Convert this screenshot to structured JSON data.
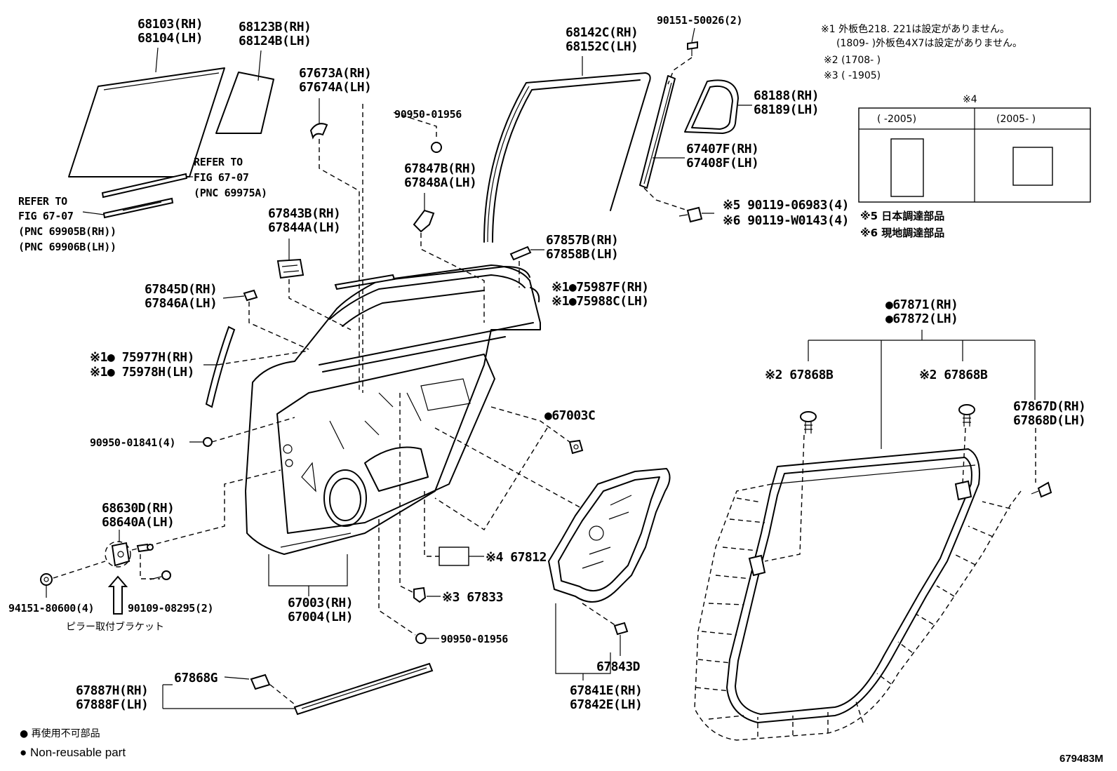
{
  "labels": {
    "glass_rh": "68103(RH)",
    "glass_lh": "68104(LH)",
    "quarter_rh": "68123B(RH)",
    "quarter_lh": "68124B(LH)",
    "refer1_a": "REFER TO",
    "refer1_b": "FIG 67-07",
    "refer1_c": "(PNC 69975A)",
    "refer2_a": "REFER TO",
    "refer2_b": "FIG 67-07",
    "refer2_c": "(PNC 69905B(RH))",
    "refer2_d": "(PNC 69906B(LH))",
    "p67673_rh": "67673A(RH)",
    "p67673_lh": "67674A(LH)",
    "p90950_top": "90950-01956",
    "p67847_rh": "67847B(RH)",
    "p67847_lh": "67848A(LH)",
    "p67843_rh": "67843B(RH)",
    "p67843_lh": "67844A(LH)",
    "p67845_rh": "67845D(RH)",
    "p67845_lh": "67846A(LH)",
    "p75977_rh": "※1● 75977H(RH)",
    "p75977_lh": "※1● 75978H(LH)",
    "p90950_4": "90950-01841(4)",
    "p68630_rh": "68630D(RH)",
    "p68630_lh": "68640A(LH)",
    "p94151": "94151-80600(4)",
    "p90109": "90109-08295(2)",
    "pillar": "ピラー取付ブラケット",
    "p67003_rh": "67003(RH)",
    "p67003_lh": "67004(LH)",
    "p67833": "※3 67833",
    "p90950_bot": "90950-01956",
    "p67812": "※4 67812",
    "p67003c": "●67003C",
    "p67857_rh": "67857B(RH)",
    "p67857_lh": "67858B(LH)",
    "p75987_rh": "※1●75987F(RH)",
    "p75987_lh": "※1●75988C(LH)",
    "p68142_rh": "68142C(RH)",
    "p68142_lh": "68152C(LH)",
    "p90151": "90151-50026(2)",
    "p68188_rh": "68188(RH)",
    "p68188_lh": "68189(LH)",
    "p67407_rh": "67407F(RH)",
    "p67407_lh": "67408F(LH)",
    "p90119_a": "※5 90119-06983(4)",
    "p90119_b": "※6 90119-W0143(4)",
    "p67843d": "67843D",
    "p67841_rh": "67841E(RH)",
    "p67841_lh": "67842E(LH)",
    "p67868g": "67868G",
    "p67887_rh": "67887H(RH)",
    "p67887_lh": "67888F(LH)",
    "p67871_rh": "●67871(RH)",
    "p67871_lh": "●67872(LH)",
    "p67868b_1": "※2 67868B",
    "p67868b_2": "※2 67868B",
    "p67867_rh": "67867D(RH)",
    "p67867_lh": "67868D(LH)"
  },
  "notes": {
    "n1": "※1 外板色218. 221は設定がありません。",
    "n1b": "(1809-      )外板色4X7は設定がありません。",
    "n2": "※2 (1708-      )",
    "n3": "※3 (      -1905)",
    "n4_title": "※4",
    "n4_col1": "(      -2005)",
    "n4_col2": "(2005-      )",
    "n5": "※5 日本調達部品",
    "n6": "※6 現地調達部品"
  },
  "legend": {
    "jp": "● 再使用不可部品",
    "en": "● Non-reusable part"
  },
  "figure_id": "679483M"
}
